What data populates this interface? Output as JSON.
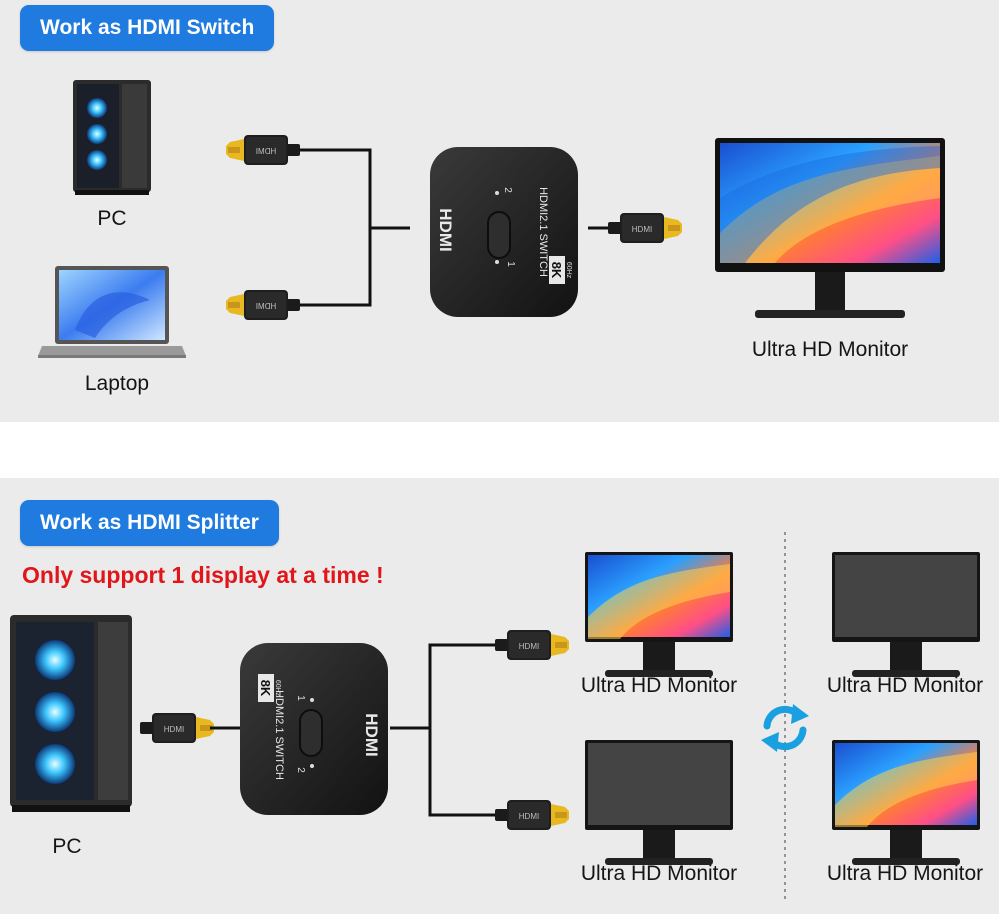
{
  "switch_section": {
    "badge": "Work as HDMI Switch",
    "pc_label": "PC",
    "laptop_label": "Laptop",
    "monitor_label": "Ultra HD Monitor"
  },
  "splitter_section": {
    "badge": "Work as HDMI Splitter",
    "warning": "Only support 1 display at a time !",
    "pc_label": "PC",
    "monitor_labels": [
      "Ultra HD Monitor",
      "Ultra HD Monitor",
      "Ultra HD Monitor",
      "Ultra HD Monitor"
    ]
  },
  "device": {
    "logo": "HDMI",
    "model": "HDMI2.1 SWITCH",
    "resolution": "8K",
    "refresh": "60Hz",
    "port_1": "1",
    "port_2": "2",
    "plug_text": "HDMI"
  },
  "colors": {
    "badge_blue": "#1f7be0",
    "warning_red": "#e0161b",
    "panel_gray": "#ebebeb",
    "plug_gold": "#e8b820"
  }
}
